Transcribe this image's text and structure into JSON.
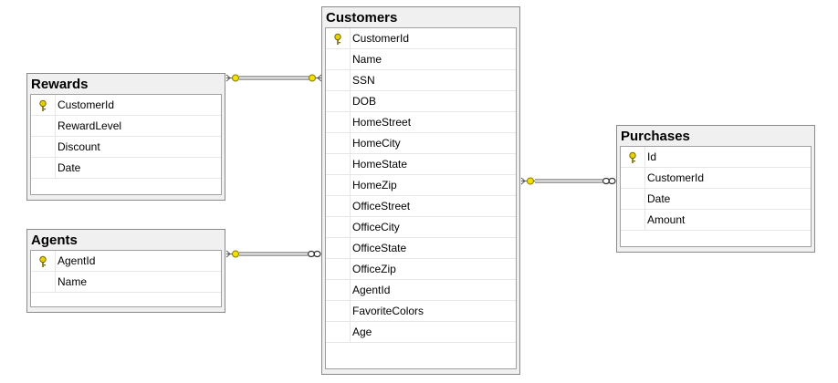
{
  "tables": [
    {
      "title": "Customers",
      "columns": [
        "CustomerId",
        "Name",
        "SSN",
        "DOB",
        "HomeStreet",
        "HomeCity",
        "HomeState",
        "HomeZip",
        "OfficeStreet",
        "OfficeCity",
        "OfficeState",
        "OfficeZip",
        "AgentId",
        "FavoriteColors",
        "Age"
      ],
      "key_index": 0
    },
    {
      "title": "Rewards",
      "columns": [
        "CustomerId",
        "RewardLevel",
        "Discount",
        "Date"
      ],
      "key_index": 0
    },
    {
      "title": "Agents",
      "columns": [
        "AgentId",
        "Name"
      ],
      "key_index": 0
    },
    {
      "title": "Purchases",
      "columns": [
        "Id",
        "CustomerId",
        "Date",
        "Amount"
      ],
      "key_index": 0
    }
  ],
  "relationships": [
    {
      "from": "Rewards",
      "to": "Customers",
      "from_end": "one",
      "to_end": "one"
    },
    {
      "from": "Agents",
      "to": "Customers",
      "from_end": "one",
      "to_end": "many"
    },
    {
      "from": "Customers",
      "to": "Purchases",
      "from_end": "one",
      "to_end": "many"
    }
  ],
  "icons": {
    "primary_key": "key-icon",
    "one_end": "key-connector-icon",
    "many_end": "infinity-connector-icon"
  },
  "colors": {
    "key": "#e6d200",
    "header_bg": "#f0f0f0",
    "border": "#8a8a8a"
  }
}
